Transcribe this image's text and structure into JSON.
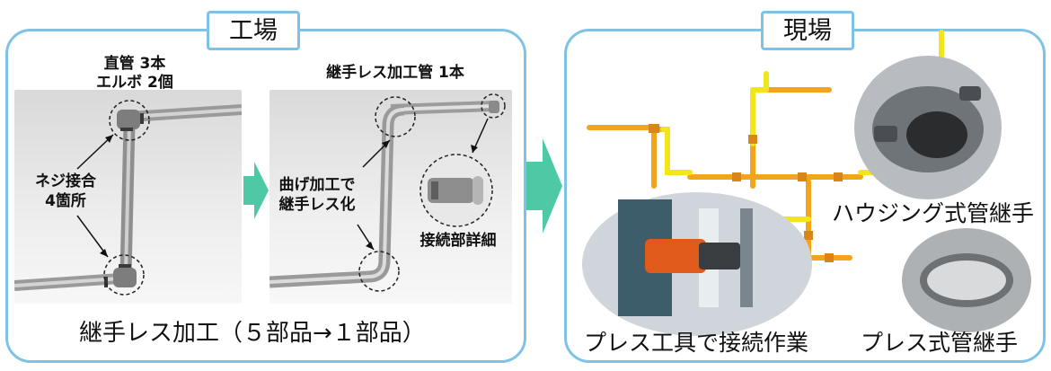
{
  "factory": {
    "title": "工場",
    "before_label_line1": "直管 3本",
    "before_label_line2": "エルボ 2個",
    "joint_label_line1": "ネジ接合",
    "joint_label_line2": "4箇所",
    "after_label": "継手レス加工管 1本",
    "bend_label_line1": "曲げ加工で",
    "bend_label_line2": "継手レス化",
    "detail_label": "接続部詳細",
    "caption": "継手レス加工（５部品→１部品）"
  },
  "site": {
    "title": "現場",
    "housing_label": "ハウジング式管継手",
    "press_tool_label": "プレス工具で接続作業",
    "press_joint_label": "プレス式管継手"
  },
  "colors": {
    "panel_border": "#7ec3e6",
    "arrow": "#4ec9a6",
    "pipe_yellow": "#f2e51a",
    "pipe_orange": "#f4a41c"
  }
}
